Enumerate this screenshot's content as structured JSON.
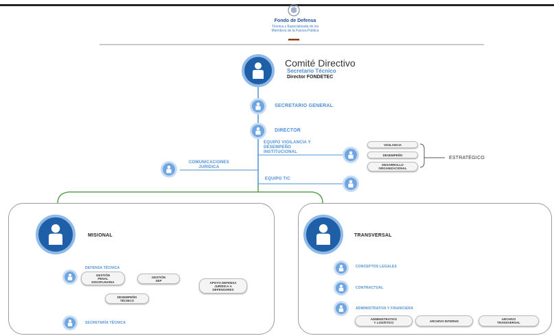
{
  "header": {
    "org_name": "Fondo de Defensa",
    "org_sub_1": "Técnica y Especializada de los",
    "org_sub_2": "Miembros de la Fuerza Pública"
  },
  "top": {
    "title": "Comité Directivo",
    "sub1": "Secretario Técnico",
    "sub2": "Director FONDETEC"
  },
  "chain": {
    "secretario_general": "SECRETARIO GENERAL",
    "director": "DIRECTOR"
  },
  "staff": {
    "comunicaciones": "COMUNICACIONES\nJURIDICA",
    "equipo_vigilancia": "EQUIPO VIGILANCIA Y\nDESEMPEÑO\nINSTITUCIONAL",
    "equipo_ti": "EQUIPO TIC",
    "pills": [
      "VIGILANCIA",
      "DESEMPEÑO",
      "DESARROLLO\nORGANIZACIONAL"
    ],
    "estrategico": "ESTRATÉGICO"
  },
  "misional": {
    "title": "MISIONAL",
    "defensa_tecnica": "DEFENSA TÉCNICA",
    "secretaria_tecnica": "SECRETARÍA TÉCNICA",
    "pills": {
      "gestion_penal": "GESTIÓN\nPENAL\nDISCIPLINARIA",
      "gestion_sep": "GESTIÓN\nSEP",
      "desempeno": "DESEMPEÑO\nTÉCNICO",
      "apoyo": "APOYO DEFENSA\nJURÍDICA A\nDEFENSORES"
    }
  },
  "transversal": {
    "title": "TRANSVERSAL",
    "items": [
      "CONCEPTOS LEGALES",
      "CONTRACTUAL",
      "ADMINISTRATIVA Y FINANCIERA"
    ],
    "pills": [
      "ADMINISTRATIVO\nY LOGÍSTICO",
      "ARCHIVO INTERNO",
      "ARCHIVO\nTRANSVERSAL"
    ]
  },
  "colors": {
    "accent_blue": "#4d8fd8",
    "dark_blue": "#1f5fa7",
    "connector_green": "#5aa14e"
  },
  "icons": {
    "person": "person-icon",
    "seal": "seal-icon",
    "flag": "flag-icon"
  }
}
